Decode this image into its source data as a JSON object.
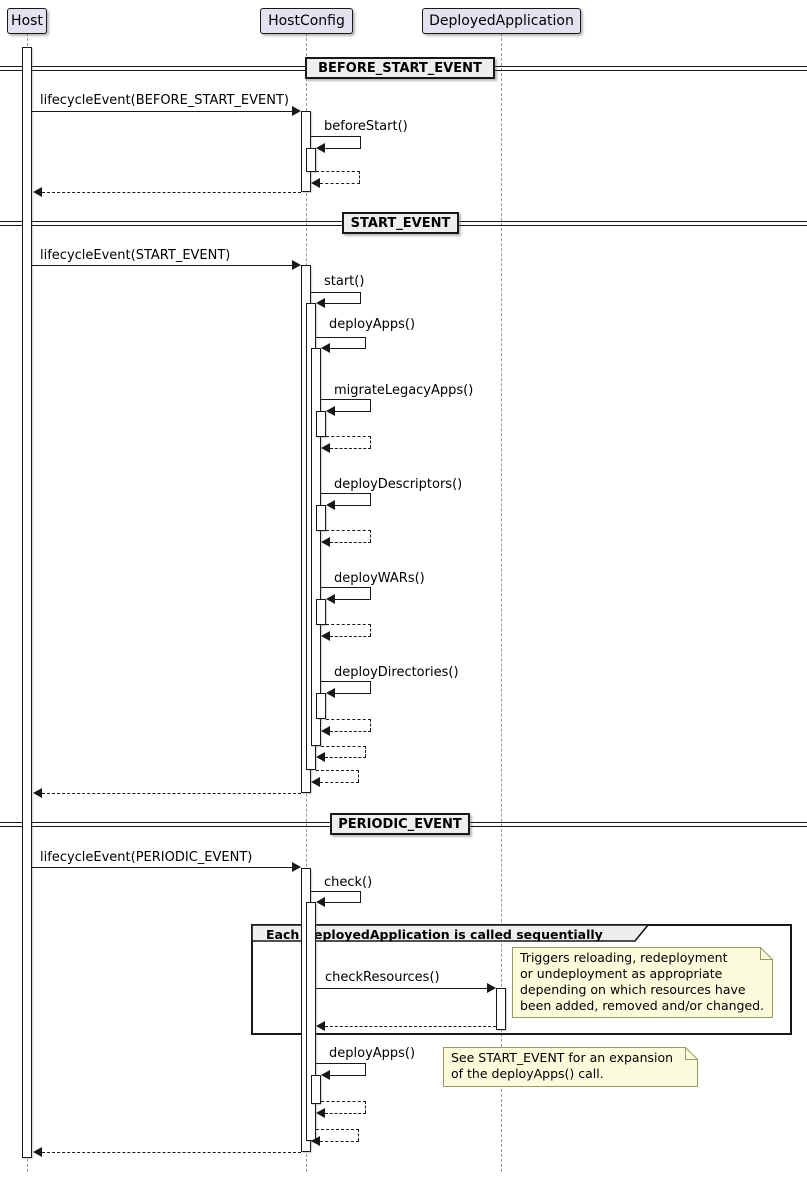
{
  "participants": [
    {
      "name": "Host"
    },
    {
      "name": "HostConfig"
    },
    {
      "name": "DeployedApplication"
    }
  ],
  "dividers": [
    {
      "label": "BEFORE_START_EVENT"
    },
    {
      "label": "START_EVENT"
    },
    {
      "label": "PERIODIC_EVENT"
    }
  ],
  "messages": {
    "lifecycle_before_start": "lifecycleEvent(BEFORE_START_EVENT)",
    "before_start": "beforeStart()",
    "lifecycle_start": "lifecycleEvent(START_EVENT)",
    "start": "start()",
    "deploy_apps": "deployApps()",
    "migrate_legacy_apps": "migrateLegacyApps()",
    "deploy_descriptors": "deployDescriptors()",
    "deploy_wars": "deployWARs()",
    "deploy_directories": "deployDirectories()",
    "lifecycle_periodic": "lifecycleEvent(PERIODIC_EVENT)",
    "check": "check()",
    "check_resources": "checkResources()",
    "deploy_apps_periodic": "deployApps()"
  },
  "group": {
    "label": "Each DeployedApplication is called sequentially"
  },
  "notes": {
    "check_resources": "Triggers reloading, redeployment\nor undeployment as appropriate\ndepending on which resources have\nbeen added, removed and/or changed.",
    "deploy_apps": "See START_EVENT for an expansion\nof the deployApps() call."
  },
  "colors": {
    "participant_fill": "#E2E2F0",
    "box_border": "#181818",
    "divider_fill": "#EEEEEE",
    "note_fill": "#FBFBDC",
    "note_border": "#999966",
    "line": "#181818",
    "lifeline": "#999999"
  }
}
